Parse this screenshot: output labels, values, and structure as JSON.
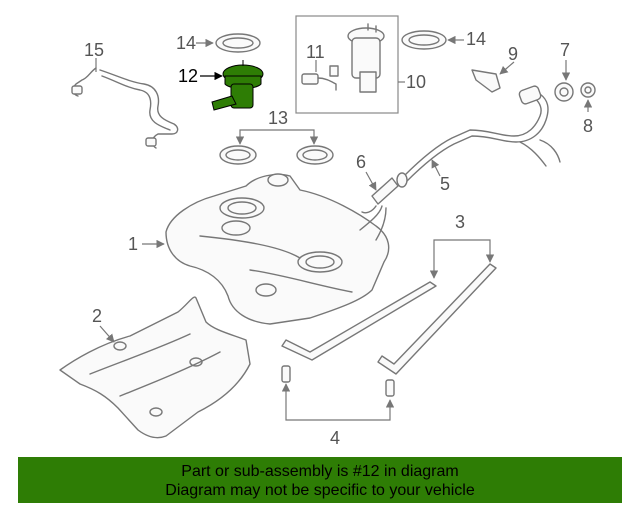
{
  "diagram": {
    "highlight_color": "#2e7d05",
    "callouts": {
      "c1": "1",
      "c2": "2",
      "c3": "3",
      "c4": "4",
      "c5": "5",
      "c6": "6",
      "c7": "7",
      "c8": "8",
      "c9": "9",
      "c10": "10",
      "c11": "11",
      "c12": "12",
      "c13": "13",
      "c14a": "14",
      "c14b": "14",
      "c15": "15"
    }
  },
  "banner": {
    "line1": "Part or sub-assembly is #12 in diagram",
    "line2": "Diagram may not be specific to your vehicle",
    "background": "#2e7d05"
  }
}
